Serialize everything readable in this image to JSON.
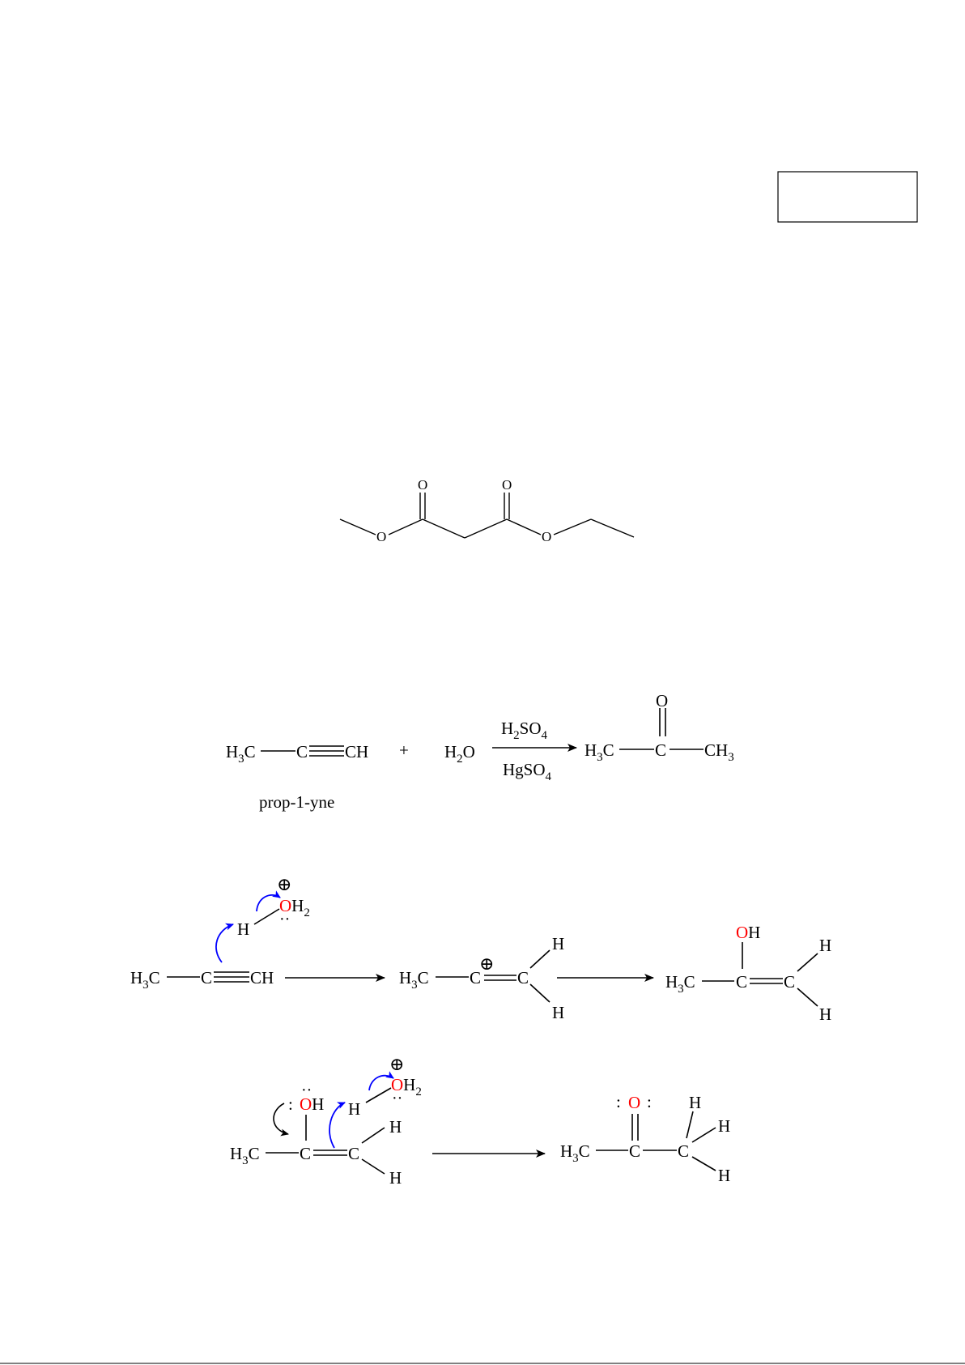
{
  "structure_1": {
    "carbonyl_o_left": "O",
    "carbonyl_o_right": "O",
    "ester_o_left": "O",
    "ester_o_right": "O"
  },
  "reaction_1": {
    "reactant_h": "H",
    "reactant_h_sub": "3",
    "reactant_c1": "C",
    "reactant_c2": "C",
    "reactant_ch": "CH",
    "plus": "+",
    "water_h": "H",
    "water_sub": "2",
    "water_o": "O",
    "reagent_top": "H",
    "reagent_top_sub1": "2",
    "reagent_top_mid": "SO",
    "reagent_top_sub2": "4",
    "reagent_bottom": "HgSO",
    "reagent_bottom_sub": "4",
    "product_h": "H",
    "product_h_sub": "3",
    "product_c1": "C",
    "product_c2": "C",
    "product_ch": "CH",
    "product_ch_sub": "3",
    "product_o": "O",
    "reactant_name": "prop-1-yne"
  },
  "mechanism_1": {
    "plus_charge": "⊕",
    "hydronium_o": "O",
    "hydronium_h": "H",
    "hydronium_sub": "2",
    "proton": "H",
    "lone_pair": "··",
    "s1_h": "H",
    "s1_sub": "3",
    "s1_c1": "C",
    "s1_c2": "C",
    "s1_ch": "CH",
    "s2_h": "H",
    "s2_sub": "3",
    "s2_c1": "C",
    "s2_c2": "C",
    "s2_h_top": "H",
    "s2_h_bottom": "H",
    "s3_o": "O",
    "s3_oh_h": "H",
    "s3_h": "H",
    "s3_sub": "3",
    "s3_c1": "C",
    "s3_c2": "C",
    "s3_h_top": "H",
    "s3_h_bottom": "H"
  },
  "mechanism_2": {
    "plus_charge": "⊕",
    "hydronium_o": "O",
    "hydronium_h": "H",
    "hydronium_sub": "2",
    "proton": "H",
    "lone_pair": "··",
    "lone_pair_left": ":",
    "enol_o": "O",
    "enol_h": "H",
    "s1_h": "H",
    "s1_sub": "3",
    "s1_c1": "C",
    "s1_c2": "C",
    "s1_h_top": "H",
    "s1_h_bottom": "H",
    "ketone_lp_left": ":",
    "ketone_o": "O",
    "ketone_lp_right": ":",
    "p_h": "H",
    "p_sub": "3",
    "p_c1": "C",
    "p_c2": "C",
    "p_h_top": "H",
    "p_h_mid": "H",
    "p_h_bottom": "H"
  },
  "colors": {
    "oxygen": "#ff0000",
    "electron_arrow": "#0000ff",
    "bond": "#000000"
  }
}
